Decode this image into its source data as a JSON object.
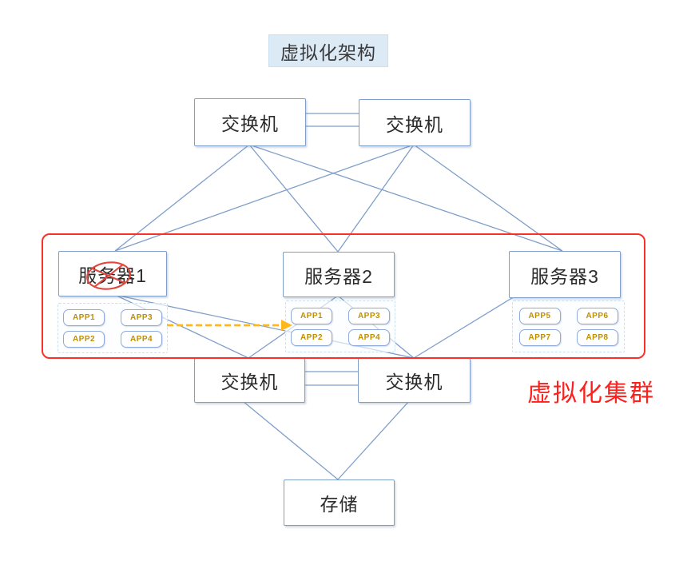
{
  "diagram": {
    "title": "虚拟化架构",
    "cluster_label": "虚拟化集群",
    "colors": {
      "line_blue": "#7f9ec9",
      "box_border_blue": "#7f9ec9",
      "cluster_red": "#fb3028",
      "label_red": "#ff1f1b",
      "app_text_gold": "#bf9000",
      "arrow_orange": "#ffb81c",
      "failure_mark_red": "#e0483e",
      "title_bg_blue": "#dceaf6"
    },
    "nodes": {
      "switch_top_left": {
        "label": "交换机"
      },
      "switch_top_right": {
        "label": "交换机"
      },
      "server1": {
        "label": "服务器1",
        "apps": [
          "APP1",
          "APP3",
          "APP2",
          "APP4"
        ]
      },
      "server2": {
        "label": "服务器2",
        "apps": [
          "APP1",
          "APP3",
          "APP2",
          "APP4"
        ]
      },
      "server3": {
        "label": "服务器3",
        "apps": [
          "APP5",
          "APP6",
          "APP7",
          "APP8"
        ]
      },
      "switch_bottom_left": {
        "label": "交换机"
      },
      "switch_bottom_right": {
        "label": "交换机"
      },
      "storage": {
        "label": "存储"
      }
    },
    "edges": [
      {
        "from": "switch_top_left.right_a",
        "to": "switch_top_right.left_a"
      },
      {
        "from": "switch_top_left.right_b",
        "to": "switch_top_right.left_b"
      },
      {
        "from": "switch_top_left.bottom",
        "to": "server1.top"
      },
      {
        "from": "switch_top_left.bottom",
        "to": "server2.top"
      },
      {
        "from": "switch_top_left.bottom",
        "to": "server3.top"
      },
      {
        "from": "switch_top_right.bottom",
        "to": "server1.top"
      },
      {
        "from": "switch_top_right.bottom",
        "to": "server2.top"
      },
      {
        "from": "switch_top_right.bottom",
        "to": "server3.top"
      },
      {
        "from": "server1.bottom",
        "to": "switch_bottom_left.top"
      },
      {
        "from": "server1.bottom",
        "to": "switch_bottom_right.top"
      },
      {
        "from": "server2.bottom",
        "to": "switch_bottom_left.top"
      },
      {
        "from": "server2.bottom",
        "to": "switch_bottom_right.top"
      },
      {
        "from": "server3.bottom",
        "to": "switch_bottom_right.top"
      },
      {
        "from": "switch_bottom_left.right_a",
        "to": "switch_bottom_right.left_a"
      },
      {
        "from": "switch_bottom_left.right_b",
        "to": "switch_bottom_right.left_b"
      },
      {
        "from": "switch_bottom_left.bottom",
        "to": "storage.top"
      },
      {
        "from": "switch_bottom_right.bottom",
        "to": "storage.top"
      }
    ],
    "annotations": {
      "failure_mark": {
        "type": "crossed-ellipse",
        "target": "服务器1"
      },
      "migration_arrow": {
        "type": "dashed-arrow",
        "from": "服务器1 APPs",
        "to": "服务器2 APPs"
      }
    }
  }
}
